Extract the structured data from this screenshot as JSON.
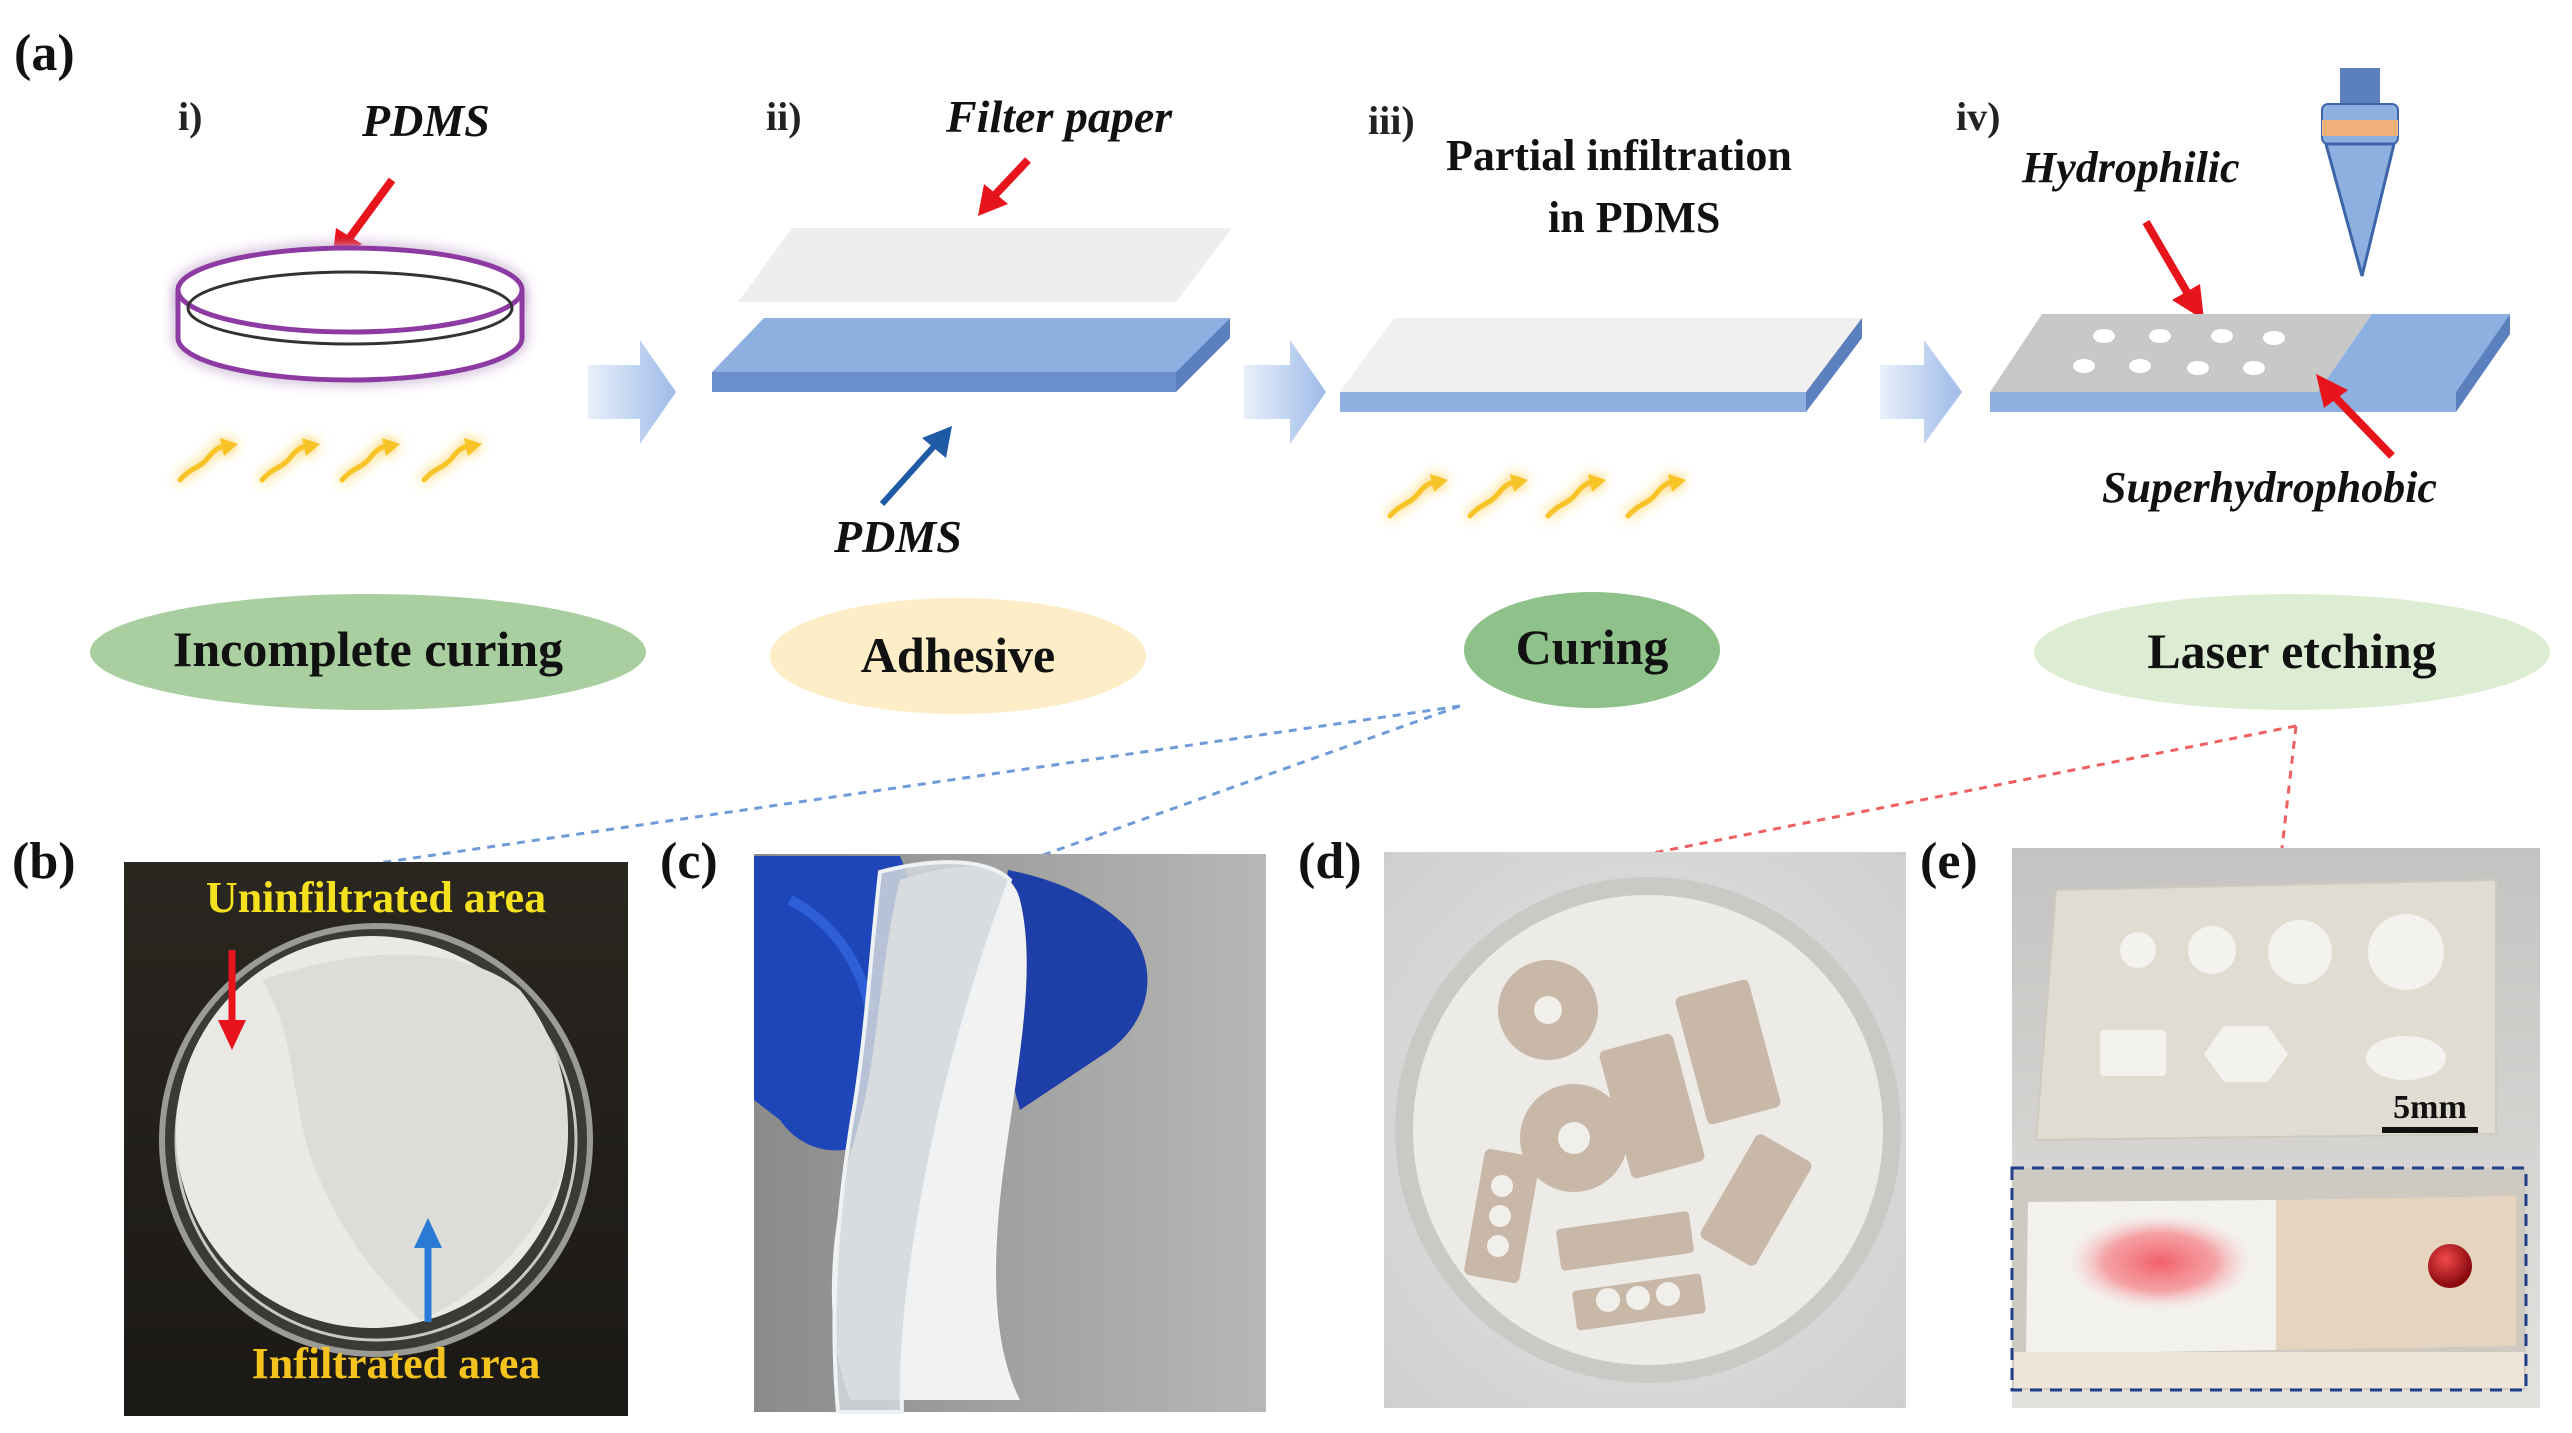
{
  "panel_labels": {
    "a": "(a)",
    "b": "(b)",
    "c": "(c)",
    "d": "(d)",
    "e": "(e)"
  },
  "steps": [
    {
      "num": "i)",
      "callout": "PDMS",
      "pill": "Incomplete curing",
      "pill_color": "#a9cfa0"
    },
    {
      "num": "ii)",
      "callout_top": "Filter paper",
      "callout_bottom": "PDMS",
      "pill": "Adhesive",
      "pill_color": "#fdeec7"
    },
    {
      "num": "iii)",
      "callout_line1": "Partial infiltration",
      "callout_line2": "in PDMS",
      "pill": "Curing",
      "pill_color": "#8fc28a"
    },
    {
      "num": "iv)",
      "callout_top": "Hydrophilic",
      "callout_bottom": "Superhydrophobic",
      "pill": "Laser etching",
      "pill_color": "#dcedd4"
    }
  ],
  "photos": {
    "b": {
      "top_label": "Uninfiltrated area",
      "bottom_label": "Infiltrated area"
    },
    "e": {
      "scale_label": "5mm"
    }
  },
  "colors": {
    "pdms_blue": "#8eb0e0",
    "arrow_red": "#e8141b",
    "arrow_blue": "#1e5aa5",
    "heat_yellow": "#f7c325",
    "dish_purple": "#8d3aa2",
    "photo_label_yellow": "#f5e11e"
  }
}
